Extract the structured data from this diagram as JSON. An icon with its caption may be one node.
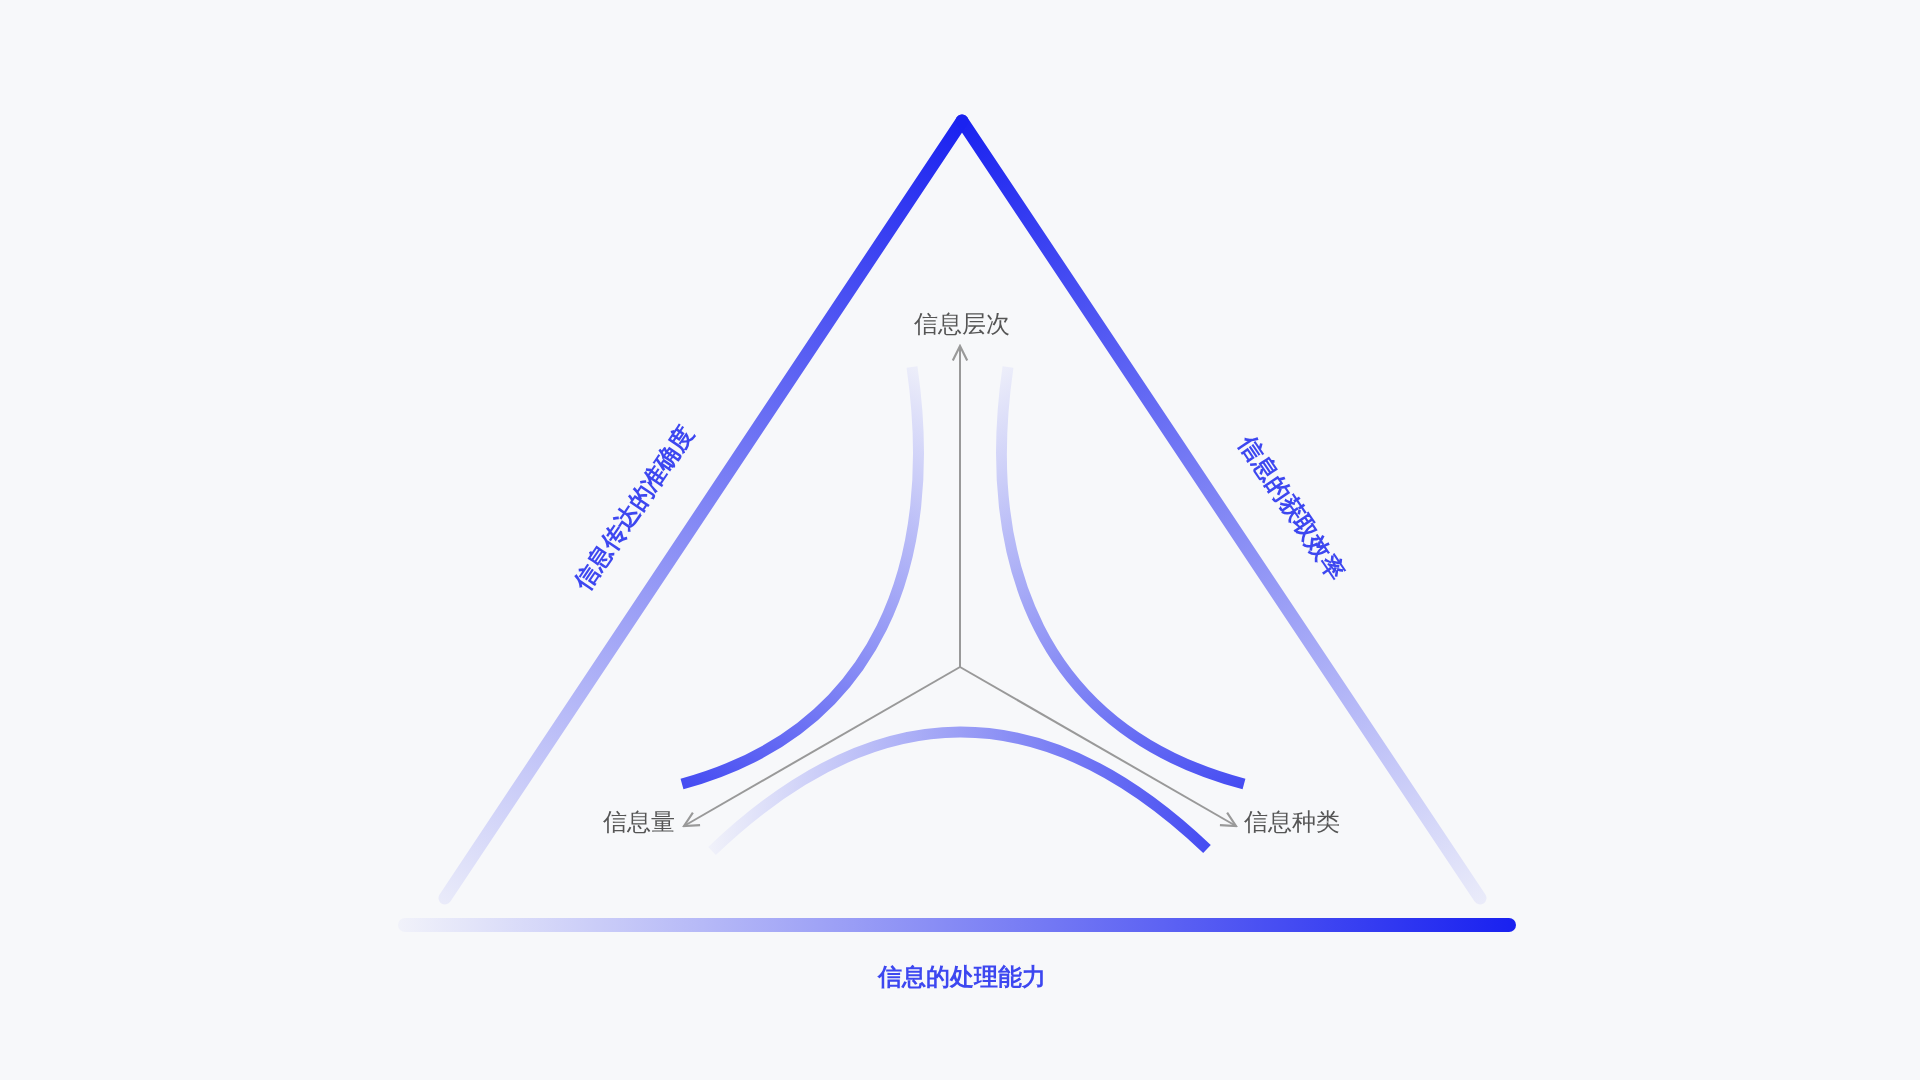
{
  "diagram": {
    "nodes": [
      {
        "text": [
          "信息层次"
        ]
      },
      {
        "text": [
          "信息量"
        ]
      },
      {
        "text": [
          "信息种类"
        ]
      }
    ],
    "edges": [
      {
        "from": null,
        "to": 0,
        "arrow": "to"
      },
      {
        "from": null,
        "to": 1,
        "arrow": "to"
      },
      {
        "from": null,
        "to": 2,
        "arrow": "to"
      }
    ],
    "labels": [
      "信息传达的准确度",
      "信息的获取效率",
      "信息的处理能力"
    ]
  }
}
